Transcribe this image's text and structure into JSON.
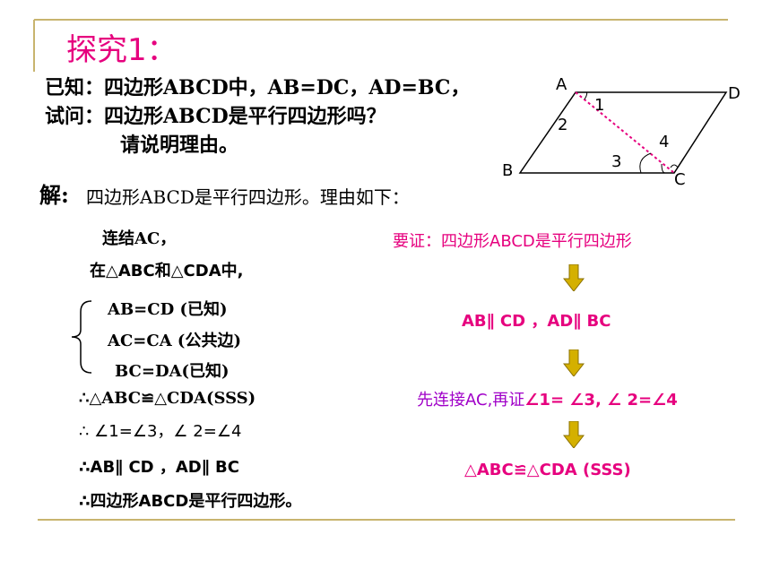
{
  "title": "探究1：",
  "given": {
    "line1": "已知：四边形ABCD中，AB=DC，AD=BC，",
    "line2": "试问：四边形ABCD是平行四边形吗？",
    "line3": "请说明理由。"
  },
  "figure": {
    "A": "A",
    "B": "B",
    "C": "C",
    "D": "D",
    "angle1": "1",
    "angle2": "2",
    "angle3": "3",
    "angle4": "4"
  },
  "solution": {
    "head": "解:",
    "intro": "四边形ABCD是平行四边形。理由如下：",
    "connect": "连结AC，",
    "in_triangles": "在△ABC和△CDA中,",
    "cond1": "AB=CD (已知)",
    "cond2": "AC=CA (公共边)",
    "cond3": "BC=DA(已知)",
    "concl1": "∴△ABC≌△CDA(SSS)",
    "concl2": "∴ ∠1=∠3，∠ 2=∠4",
    "concl3": "∴AB∥ CD ，AD∥ BC",
    "concl4": "∴四边形ABCD是平行四边形。"
  },
  "analysis": {
    "goal": "要证：四边形ABCD是平行四边形",
    "step1": "AB∥ CD ，AD∥ BC",
    "step2_a": "先连接AC,再证",
    "step2_b": "∠1= ∠3, ∠ 2=∠4",
    "step3": "△ABC≌△CDA   (SSS)"
  },
  "colors": {
    "accent": "#e6007e",
    "frame": "#c8b46e",
    "arrow": "#d4b000",
    "diagonal": "#e6007e"
  }
}
